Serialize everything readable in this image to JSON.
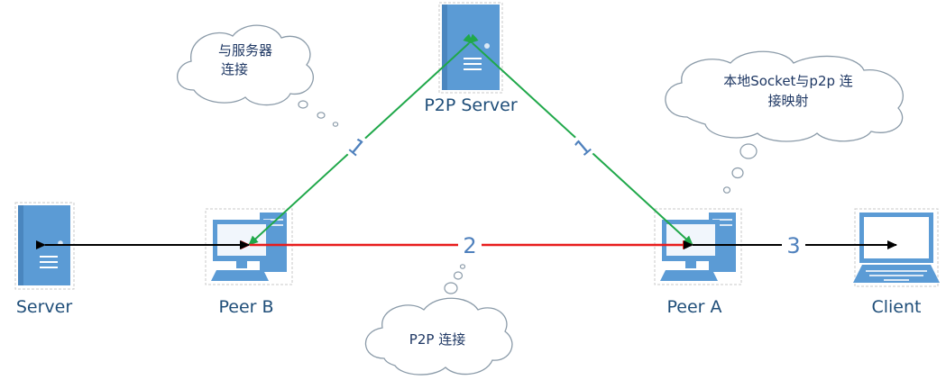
{
  "nodes": {
    "p2p_server": {
      "label": "P2P Server"
    },
    "server": {
      "label": "Server"
    },
    "peer_b": {
      "label": "Peer B"
    },
    "peer_a": {
      "label": "Peer A"
    },
    "client": {
      "label": "Client"
    }
  },
  "clouds": {
    "server_connect": {
      "line1": "与服务器",
      "line2": "连接"
    },
    "socket_mapping": {
      "line1": "本地Socket与p2p 连",
      "line2": "接映射"
    },
    "p2p_connect": {
      "line1": "P2P 连接"
    }
  },
  "steps": {
    "one_left": "1",
    "one_right": "1",
    "two": "2",
    "three": "3"
  },
  "colors": {
    "green": "#20a84a",
    "red": "#e81c1c",
    "black": "#000000",
    "icon_blue": "#5b9bd5",
    "label_blue": "#1f4e79"
  }
}
